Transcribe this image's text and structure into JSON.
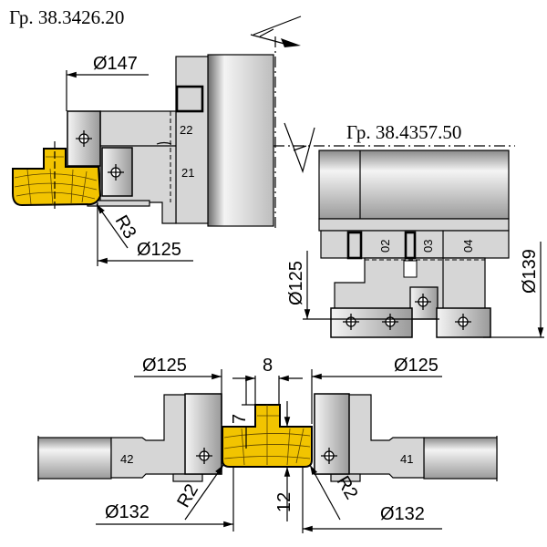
{
  "drawings": {
    "top_left": {
      "title": "Гр. 38.3426.20",
      "dims": {
        "d147": "Ø147",
        "d125": "Ø125",
        "r3": "R3"
      },
      "cutter_labels": [
        "22",
        "21"
      ]
    },
    "right": {
      "title": "Гр. 38.4357.50",
      "dims": {
        "d125": "Ø125",
        "d139": "Ø139"
      },
      "cutter_labels": [
        "02",
        "03",
        "04"
      ]
    },
    "bottom": {
      "dims": {
        "d125_left": "Ø125",
        "d125_right": "Ø125",
        "w8": "8",
        "h7": "7",
        "h12": "12",
        "r2_left": "R2",
        "r2_right": "R2",
        "d132_left": "Ø132",
        "d132_right": "Ø132"
      },
      "cutter_labels": [
        "42",
        "41"
      ]
    }
  },
  "colors": {
    "wood": "#f2c400",
    "metal": "#d6d6d6"
  }
}
